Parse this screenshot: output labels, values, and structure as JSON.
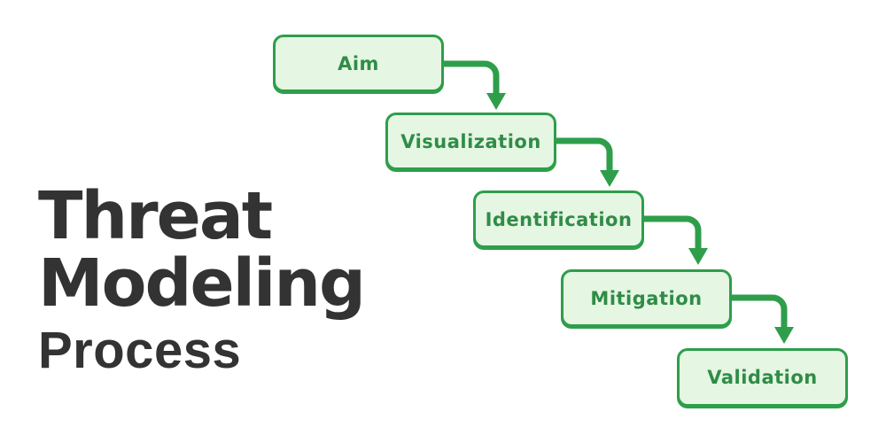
{
  "diagram": {
    "title": {
      "line1": "Threat",
      "line2": "Modeling",
      "line3": "Process"
    },
    "steps": [
      {
        "label": "Aim"
      },
      {
        "label": "Visualization"
      },
      {
        "label": "Identification"
      },
      {
        "label": "Mitigation"
      },
      {
        "label": "Validation"
      }
    ]
  },
  "colors": {
    "background": "#ffffff",
    "title_text": "#333333",
    "box_fill": "#e5f6e3",
    "box_border": "#2e9e4b",
    "box_label_text": "#2f8c46",
    "arrow": "#2e9e4b"
  }
}
